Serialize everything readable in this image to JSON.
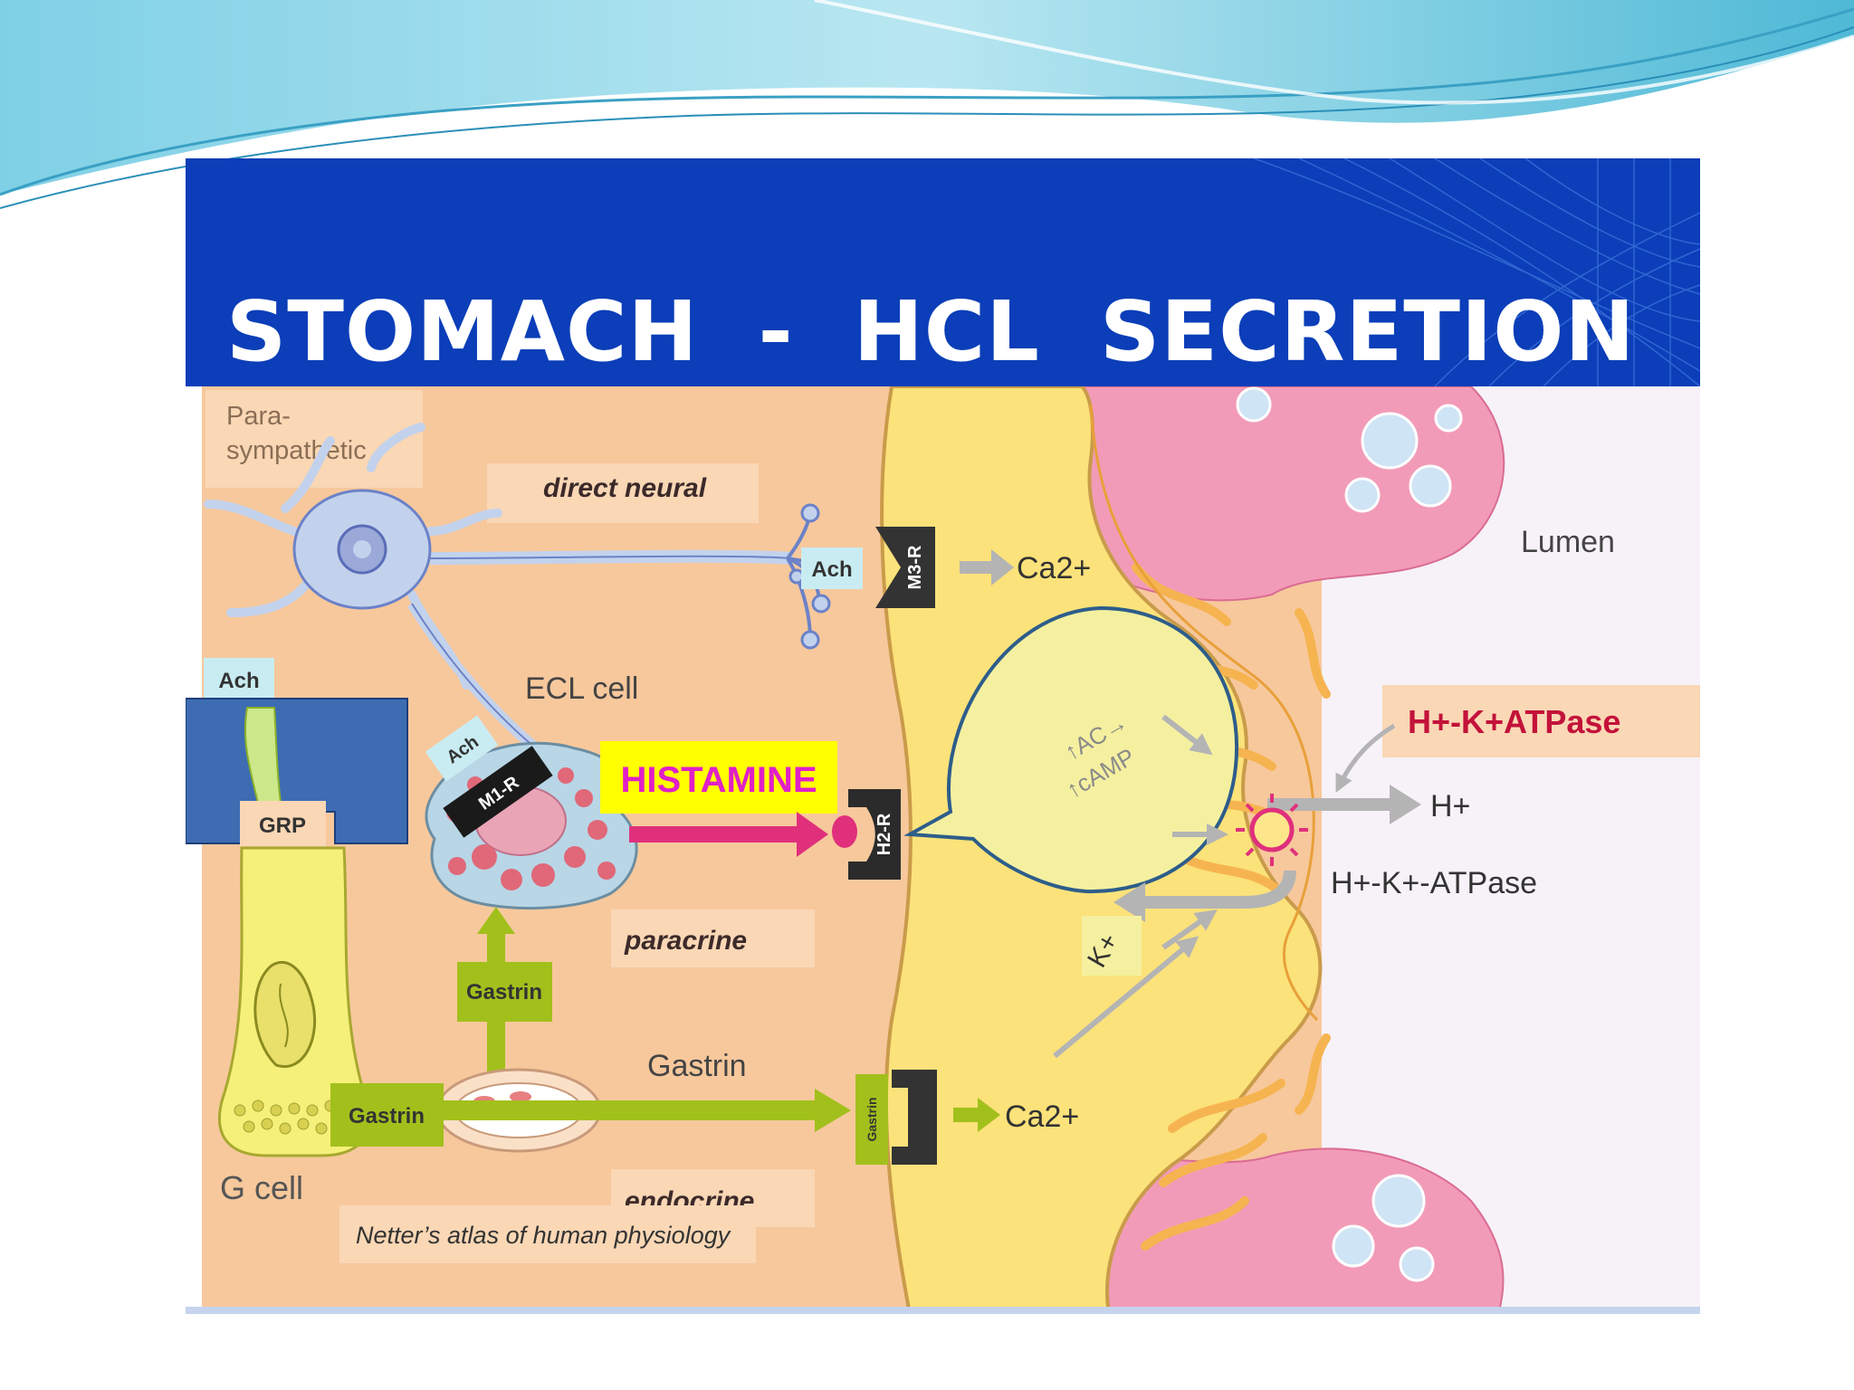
{
  "slide": {
    "title": "STOMACH  -  HCL  SECRETION"
  },
  "diagram": {
    "parasympathetic_label": "Para-\nsympathetic",
    "parasympathetic_line1": "Para-",
    "parasympathetic_line2": "sympathetic",
    "direct_neural": "direct neural",
    "ach_nerve": "Ach",
    "m3_receptor": "M3-R",
    "ca_top": "Ca2+",
    "lumen": "Lumen",
    "ach_left": "Ach",
    "ecl_cell": "ECL cell",
    "ach_ecl": "Ach",
    "m1_receptor": "M1-R",
    "histamine": "HISTAMINE",
    "h2_receptor": "H2-R",
    "ac_camp_line1": "↑AC→",
    "ac_camp_line2": "↑cAMP",
    "atpase_box": "H+-K+ATPase",
    "h_plus": "H+",
    "atpase_label": "H+-K+-ATPase",
    "k_plus": "K+",
    "grp": "GRP",
    "paracrine": "paracrine",
    "gastrin_up": "Gastrin",
    "gastrin_text": "Gastrin",
    "gastrin_cell": "Gastrin",
    "gastrin_receptor": "Gastrin",
    "ca_bottom": "Ca2+",
    "g_cell": "G cell",
    "endocrine": "endocrine",
    "source": "Netter’s atlas of human physiology"
  },
  "colors": {
    "title_band": "#0b3eb8",
    "background_tissue": "#f7c89c",
    "parietal_cell": "#fbe27a",
    "mucosa": "#f29bb8",
    "histamine_box": "#ffff00",
    "histamine_text": "#e020c8",
    "histamine_arrow": "#e0307c",
    "gastrin_green": "#a2c01c",
    "atpase_text": "#c3123a"
  }
}
